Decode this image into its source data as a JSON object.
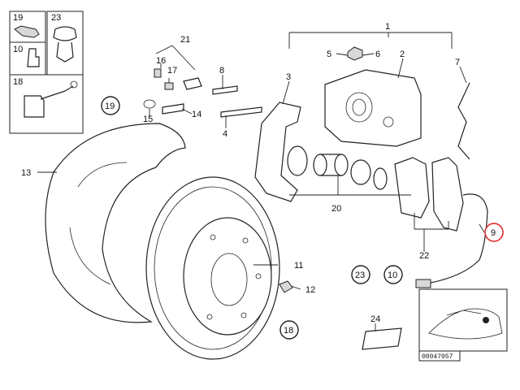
{
  "callouts": {
    "c1": "1",
    "c2": "2",
    "c3": "3",
    "c4": "4",
    "c5": "5",
    "c6": "6",
    "c7": "7",
    "c8": "8",
    "c9": "9",
    "c11": "11",
    "c12": "12",
    "c13": "13",
    "c14": "14",
    "c15": "15",
    "c16": "16",
    "c17": "17",
    "c20": "20",
    "c21": "21",
    "c22": "22",
    "c24": "24"
  },
  "inset_boxes": {
    "b19": "19",
    "b23": "23",
    "b10": "10",
    "b18": "18"
  },
  "circled_refs": {
    "r19": "19",
    "r23": "23",
    "r10": "10",
    "r18": "18"
  },
  "diagram_code": "00047057",
  "colors": {
    "highlight": "#e02020",
    "line": "#222222"
  }
}
